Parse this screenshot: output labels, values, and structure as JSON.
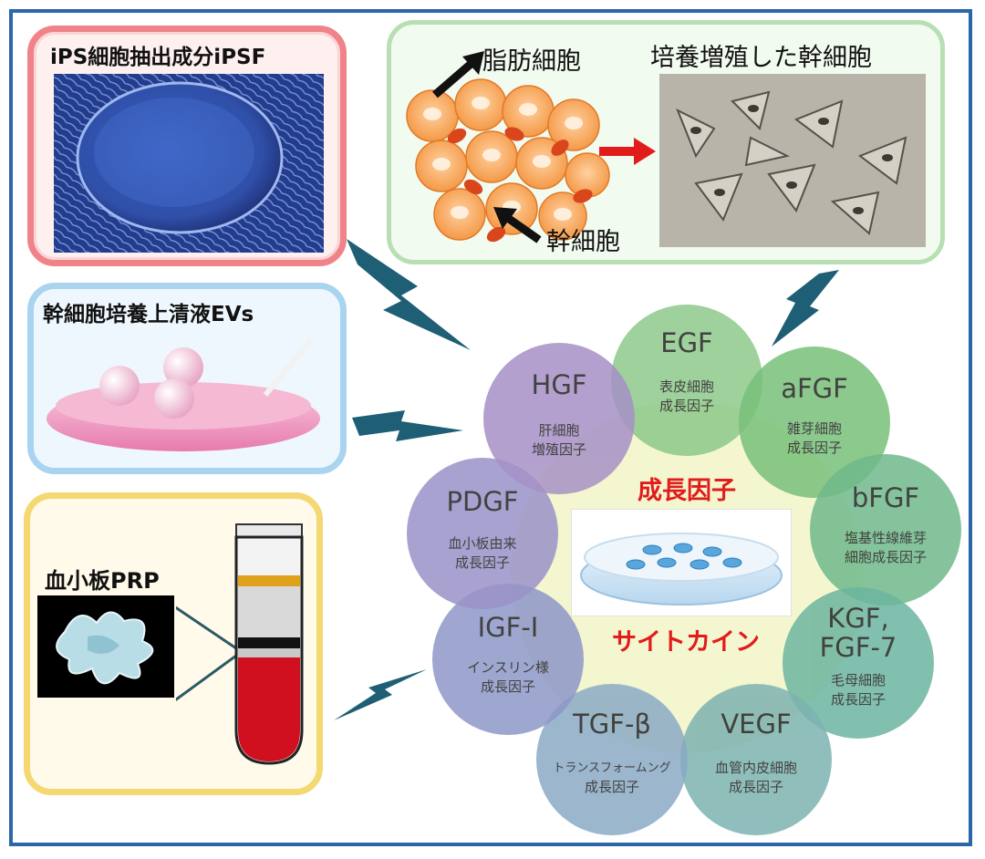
{
  "panels": {
    "ipsf": {
      "title": "iPS細胞抽出成分iPSF"
    },
    "adipose": {
      "title": "培養増殖した幹細胞",
      "fat_label": "脂肪細胞",
      "stem_label": "幹細胞"
    },
    "evs": {
      "title": "幹細胞培養上清液EVs"
    },
    "prp": {
      "title": "血小板PRP"
    }
  },
  "hub": {
    "top_label": "成長因子",
    "bottom_label": "サイトカイン"
  },
  "factors": [
    {
      "name": "EGF",
      "desc": [
        "表皮細胞",
        "成長因子"
      ],
      "color": "#8ec98a"
    },
    {
      "name": "aFGF",
      "desc": [
        "雑芽細胞",
        "成長因子"
      ],
      "color": "#78c07a"
    },
    {
      "name": "bFGF",
      "desc": [
        "塩基性線維芽",
        "細胞成長因子"
      ],
      "color": "#6fb98a"
    },
    {
      "name": "KGF,",
      "name2": "FGF-7",
      "desc": [
        "毛母細胞",
        "成長因子"
      ],
      "color": "#6cb5a0"
    },
    {
      "name": "VEGF",
      "desc": [
        "血管内皮細胞",
        "成長因子"
      ],
      "color": "#7db3b0"
    },
    {
      "name": "TGF-β",
      "desc": [
        "トランスフォームング",
        "成長因子"
      ],
      "color": "#8aaac5"
    },
    {
      "name": "IGF-I",
      "desc": [
        "インスリン様",
        "成長因子"
      ],
      "color": "#8e98c8"
    },
    {
      "name": "PDGF",
      "desc": [
        "血小板由来",
        "成長因子"
      ],
      "color": "#9a92c8"
    },
    {
      "name": "HGF",
      "desc": [
        "肝細胞",
        "増殖因子"
      ],
      "color": "#a690c6"
    }
  ]
}
